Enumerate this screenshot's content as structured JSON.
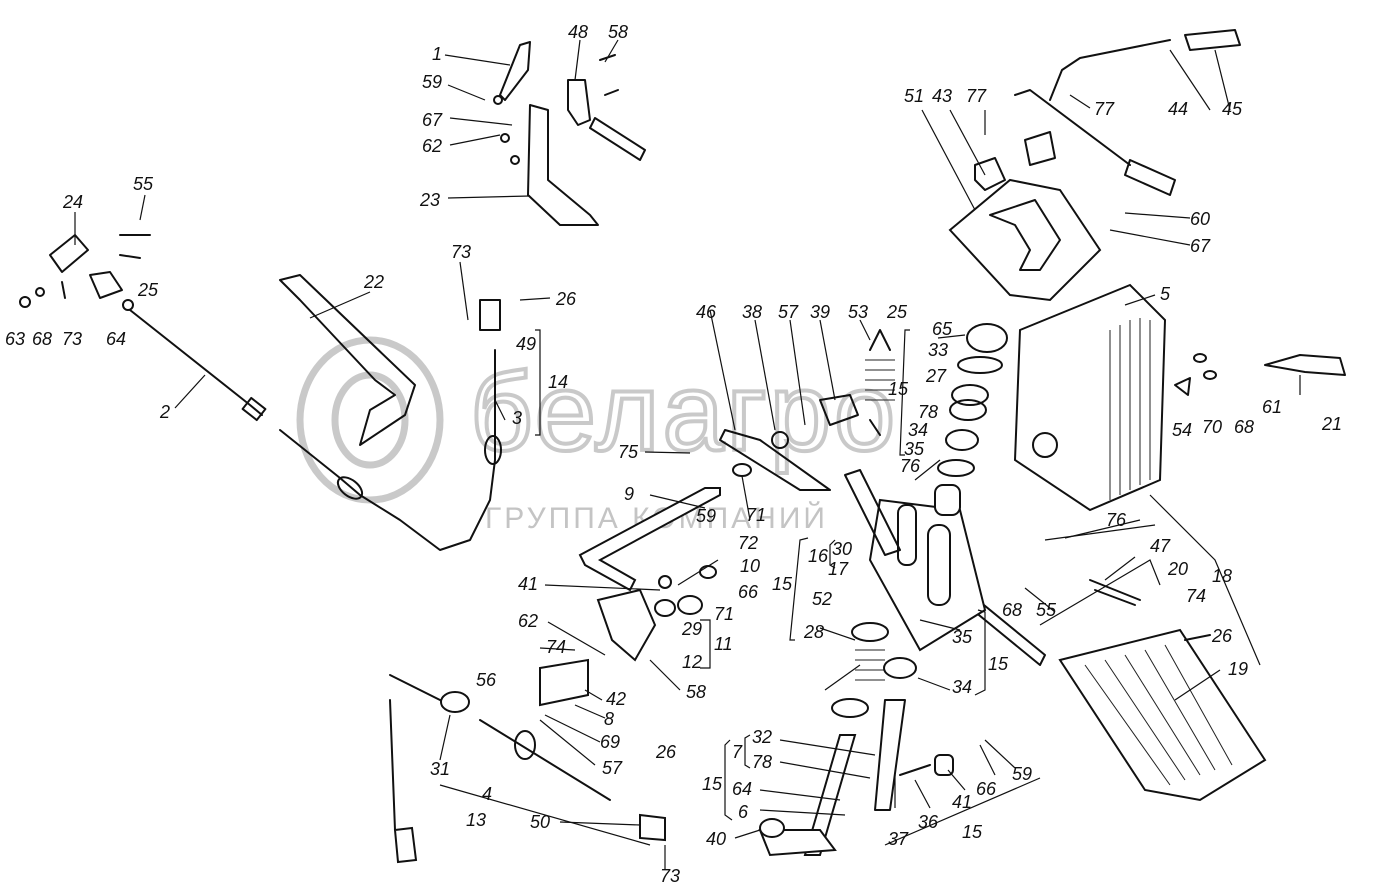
{
  "watermark": {
    "brand": "белагро",
    "tagline": "ГРУППА КОМПАНИЙ"
  },
  "callouts": [
    {
      "id": "c1",
      "text": "1"
    },
    {
      "id": "c2",
      "text": "2"
    },
    {
      "id": "c3",
      "text": "3"
    },
    {
      "id": "c4",
      "text": "4"
    },
    {
      "id": "c5",
      "text": "5"
    },
    {
      "id": "c6",
      "text": "6"
    },
    {
      "id": "c7",
      "text": "7"
    },
    {
      "id": "c8",
      "text": "8"
    },
    {
      "id": "c9",
      "text": "9"
    },
    {
      "id": "c10",
      "text": "10"
    },
    {
      "id": "c11",
      "text": "11"
    },
    {
      "id": "c12",
      "text": "12"
    },
    {
      "id": "c13",
      "text": "13"
    },
    {
      "id": "c14",
      "text": "14"
    },
    {
      "id": "c15a",
      "text": "15"
    },
    {
      "id": "c15b",
      "text": "15"
    },
    {
      "id": "c15c",
      "text": "15"
    },
    {
      "id": "c15d",
      "text": "15"
    },
    {
      "id": "c15e",
      "text": "15"
    },
    {
      "id": "c16",
      "text": "16"
    },
    {
      "id": "c17",
      "text": "17"
    },
    {
      "id": "c18",
      "text": "18"
    },
    {
      "id": "c19",
      "text": "19"
    },
    {
      "id": "c20",
      "text": "20"
    },
    {
      "id": "c21",
      "text": "21"
    },
    {
      "id": "c22",
      "text": "22"
    },
    {
      "id": "c23",
      "text": "23"
    },
    {
      "id": "c24",
      "text": "24"
    },
    {
      "id": "c25a",
      "text": "25"
    },
    {
      "id": "c25b",
      "text": "25"
    },
    {
      "id": "c26a",
      "text": "26"
    },
    {
      "id": "c26b",
      "text": "26"
    },
    {
      "id": "c26c",
      "text": "26"
    },
    {
      "id": "c27",
      "text": "27"
    },
    {
      "id": "c28",
      "text": "28"
    },
    {
      "id": "c29",
      "text": "29"
    },
    {
      "id": "c30",
      "text": "30"
    },
    {
      "id": "c31",
      "text": "31"
    },
    {
      "id": "c32",
      "text": "32"
    },
    {
      "id": "c33",
      "text": "33"
    },
    {
      "id": "c34a",
      "text": "34"
    },
    {
      "id": "c34b",
      "text": "34"
    },
    {
      "id": "c35a",
      "text": "35"
    },
    {
      "id": "c35b",
      "text": "35"
    },
    {
      "id": "c36",
      "text": "36"
    },
    {
      "id": "c37",
      "text": "37"
    },
    {
      "id": "c38",
      "text": "38"
    },
    {
      "id": "c39",
      "text": "39"
    },
    {
      "id": "c40",
      "text": "40"
    },
    {
      "id": "c41a",
      "text": "41"
    },
    {
      "id": "c41b",
      "text": "41"
    },
    {
      "id": "c42",
      "text": "42"
    },
    {
      "id": "c43",
      "text": "43"
    },
    {
      "id": "c44",
      "text": "44"
    },
    {
      "id": "c45",
      "text": "45"
    },
    {
      "id": "c46",
      "text": "46"
    },
    {
      "id": "c47",
      "text": "47"
    },
    {
      "id": "c48",
      "text": "48"
    },
    {
      "id": "c49",
      "text": "49"
    },
    {
      "id": "c50",
      "text": "50"
    },
    {
      "id": "c51",
      "text": "51"
    },
    {
      "id": "c52",
      "text": "52"
    },
    {
      "id": "c53",
      "text": "53"
    },
    {
      "id": "c54",
      "text": "54"
    },
    {
      "id": "c55a",
      "text": "55"
    },
    {
      "id": "c55b",
      "text": "55"
    },
    {
      "id": "c56",
      "text": "56"
    },
    {
      "id": "c57a",
      "text": "57"
    },
    {
      "id": "c57b",
      "text": "57"
    },
    {
      "id": "c58a",
      "text": "58"
    },
    {
      "id": "c58b",
      "text": "58"
    },
    {
      "id": "c59a",
      "text": "59"
    },
    {
      "id": "c59b",
      "text": "59"
    },
    {
      "id": "c59c",
      "text": "59"
    },
    {
      "id": "c60",
      "text": "60"
    },
    {
      "id": "c61",
      "text": "61"
    },
    {
      "id": "c62a",
      "text": "62"
    },
    {
      "id": "c62b",
      "text": "62"
    },
    {
      "id": "c63",
      "text": "63"
    },
    {
      "id": "c64a",
      "text": "64"
    },
    {
      "id": "c64b",
      "text": "64"
    },
    {
      "id": "c65",
      "text": "65"
    },
    {
      "id": "c66a",
      "text": "66"
    },
    {
      "id": "c66b",
      "text": "66"
    },
    {
      "id": "c67a",
      "text": "67"
    },
    {
      "id": "c67b",
      "text": "67"
    },
    {
      "id": "c68a",
      "text": "68"
    },
    {
      "id": "c68b",
      "text": "68"
    },
    {
      "id": "c68c",
      "text": "68"
    },
    {
      "id": "c69",
      "text": "69"
    },
    {
      "id": "c70",
      "text": "70"
    },
    {
      "id": "c71a",
      "text": "71"
    },
    {
      "id": "c71b",
      "text": "71"
    },
    {
      "id": "c72",
      "text": "72"
    },
    {
      "id": "c73a",
      "text": "73"
    },
    {
      "id": "c73b",
      "text": "73"
    },
    {
      "id": "c73c",
      "text": "73"
    },
    {
      "id": "c74a",
      "text": "74"
    },
    {
      "id": "c74b",
      "text": "74"
    },
    {
      "id": "c75",
      "text": "75"
    },
    {
      "id": "c76a",
      "text": "76"
    },
    {
      "id": "c76b",
      "text": "76"
    },
    {
      "id": "c77a",
      "text": "77"
    },
    {
      "id": "c77b",
      "text": "77"
    },
    {
      "id": "c78a",
      "text": "78"
    },
    {
      "id": "c78b",
      "text": "78"
    }
  ]
}
